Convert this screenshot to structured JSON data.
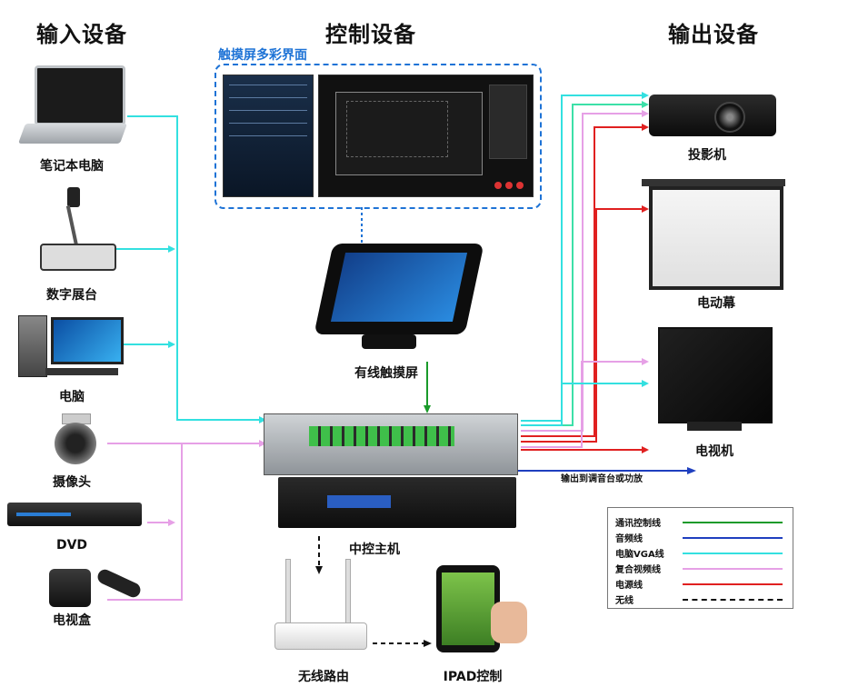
{
  "headers": {
    "input": "输入设备",
    "control": "控制设备",
    "output": "输出设备"
  },
  "touch_ui_title": "触摸屏多彩界面",
  "inputs": [
    {
      "label": "笔记本电脑",
      "icon": "laptop-icon"
    },
    {
      "label": "数字展台",
      "icon": "document-camera-icon"
    },
    {
      "label": "电脑",
      "icon": "desktop-computer-icon"
    },
    {
      "label": "摄像头",
      "icon": "security-camera-icon"
    },
    {
      "label": "DVD",
      "icon": "dvd-player-icon"
    },
    {
      "label": "电视盒",
      "icon": "tv-box-icon"
    }
  ],
  "outputs": [
    {
      "label": "投影机",
      "icon": "projector-icon"
    },
    {
      "label": "电动幕",
      "icon": "projection-screen-icon"
    },
    {
      "label": "电视机",
      "icon": "television-icon"
    }
  ],
  "control": {
    "touchscreen_label": "有线触摸屏",
    "host_label": "中控主机",
    "router_label": "无线路由",
    "ipad_label": "IPAD控制",
    "audio_out_label": "输出到调音台或功放"
  },
  "legend": [
    {
      "label": "通讯控制线",
      "color": "#1a9a2a",
      "style": "solid"
    },
    {
      "label": "音频线",
      "color": "#1f3fbf",
      "style": "solid"
    },
    {
      "label": "电脑VGA线",
      "color": "#33e0e0",
      "style": "solid"
    },
    {
      "label": "复合视频线",
      "color": "#e6a0e6",
      "style": "solid"
    },
    {
      "label": "电源线",
      "color": "#e02020",
      "style": "solid"
    },
    {
      "label": "无线",
      "color": "#111111",
      "style": "dashed"
    }
  ],
  "colors": {
    "vga": "#33e0e0",
    "video": "#e6a0e6",
    "power": "#e02020",
    "comm": "#1a9a2a",
    "audio": "#1f3fbf",
    "wireless": "#111111",
    "accent": "#1e73d6"
  }
}
